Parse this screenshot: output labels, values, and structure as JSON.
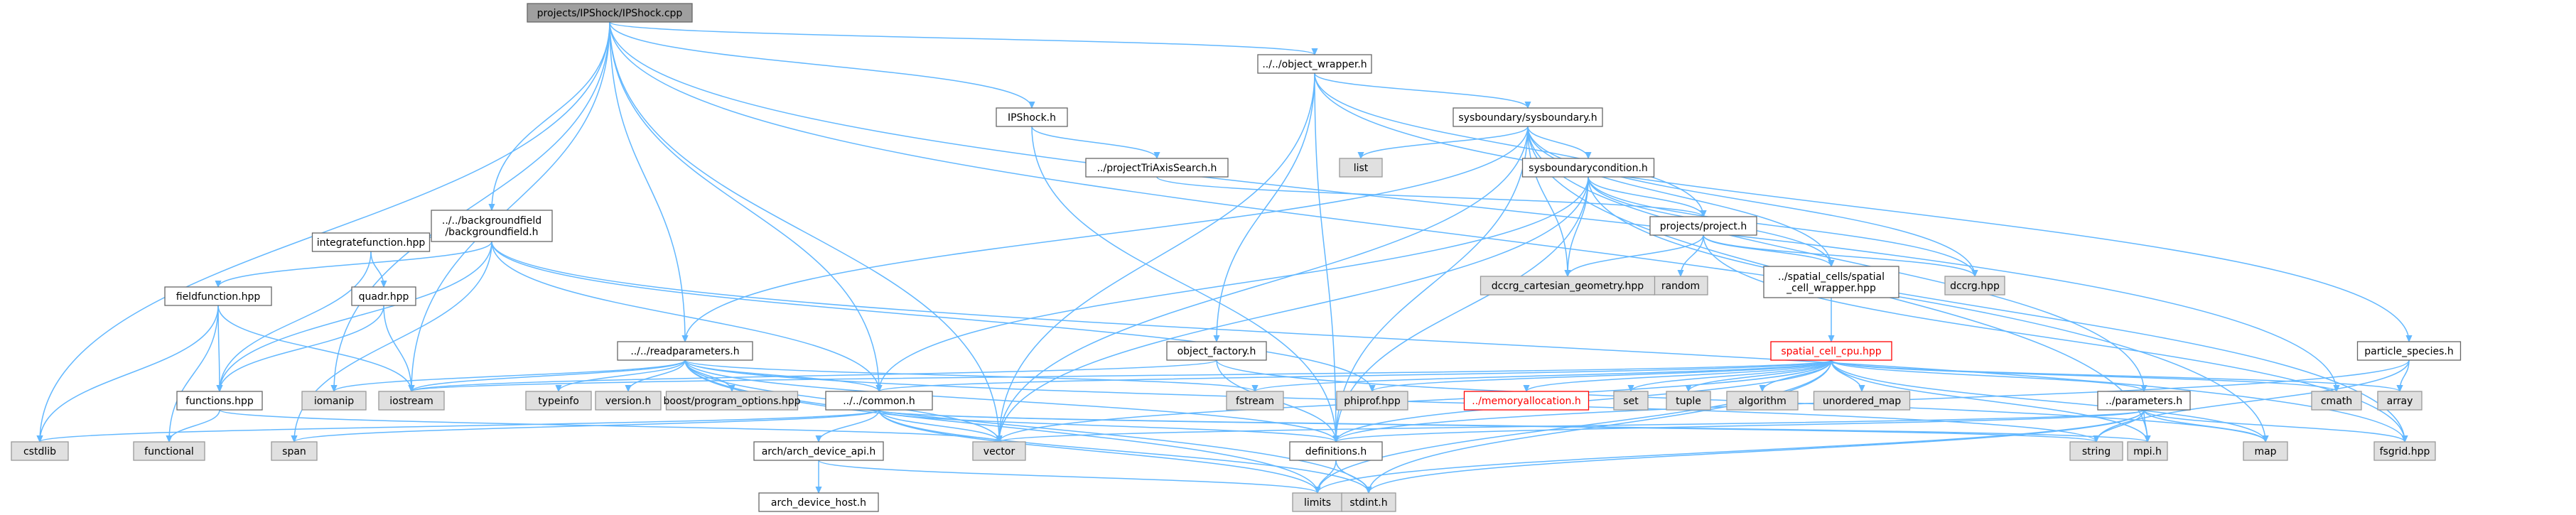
{
  "colors": {
    "root_fill": "#9f9f9f",
    "header_fill": "#ffffff",
    "header_border": "#666666",
    "system_fill": "#e0e0e0",
    "system_border": "#999999",
    "error_border": "#ff0000",
    "edge": "#63b8ff"
  },
  "nodes": {
    "root": {
      "label": "projects/IPShock/IPShock.cpp"
    },
    "object_wrapper": {
      "label": "../../object_wrapper.h"
    },
    "ipshock_h": {
      "label": "IPShock.h"
    },
    "sysboundary": {
      "label": "sysboundary/sysboundary.h"
    },
    "projectTriAxis": {
      "label": "../projectTriAxisSearch.h"
    },
    "list": {
      "label": "list"
    },
    "sysboundarycondition": {
      "label": "sysboundarycondition.h"
    },
    "backgroundfield": {
      "label": [
        "../../backgroundfield",
        "/backgroundfield.h"
      ]
    },
    "project": {
      "label": "projects/project.h"
    },
    "integratefunction": {
      "label": "integratefunction.hpp"
    },
    "random": {
      "label": "random"
    },
    "dccrg_cart": {
      "label": "dccrg_cartesian_geometry.hpp"
    },
    "spatial_wrapper": {
      "label": [
        "../spatial_cells/spatial",
        "_cell_wrapper.hpp"
      ]
    },
    "dccrg": {
      "label": "dccrg.hpp"
    },
    "fieldfunction": {
      "label": "fieldfunction.hpp"
    },
    "quadr": {
      "label": "quadr.hpp"
    },
    "readparameters": {
      "label": "../../readparameters.h"
    },
    "object_factory": {
      "label": "object_factory.h"
    },
    "spatial_cell_cpu": {
      "label": "spatial_cell_cpu.hpp"
    },
    "particle_species": {
      "label": "particle_species.h"
    },
    "functions": {
      "label": "functions.hpp"
    },
    "iomanip": {
      "label": "iomanip"
    },
    "iostream": {
      "label": "iostream"
    },
    "typeinfo": {
      "label": "typeinfo"
    },
    "version": {
      "label": "version.h"
    },
    "program_options": {
      "label": "boost/program_options.hpp"
    },
    "common": {
      "label": "../../common.h"
    },
    "fstream": {
      "label": "fstream"
    },
    "phiprof": {
      "label": "phiprof.hpp"
    },
    "memoryallocation": {
      "label": "../memoryallocation.h"
    },
    "set": {
      "label": "set"
    },
    "tuple": {
      "label": "tuple"
    },
    "algorithm": {
      "label": "algorithm"
    },
    "unordered_map": {
      "label": "unordered_map"
    },
    "parameters": {
      "label": "../parameters.h"
    },
    "cmath": {
      "label": "cmath"
    },
    "array": {
      "label": "array"
    },
    "cstdlib": {
      "label": "cstdlib"
    },
    "functional": {
      "label": "functional"
    },
    "span": {
      "label": "span"
    },
    "vector": {
      "label": "vector"
    },
    "arch_device_api": {
      "label": "arch/arch_device_api.h"
    },
    "definitions": {
      "label": "definitions.h"
    },
    "string": {
      "label": "string"
    },
    "mpi": {
      "label": "mpi.h"
    },
    "map": {
      "label": "map"
    },
    "fsgrid": {
      "label": "fsgrid.hpp"
    },
    "arch_device_host": {
      "label": "arch_device_host.h"
    },
    "limits": {
      "label": "limits"
    },
    "stdint": {
      "label": "stdint.h"
    }
  }
}
